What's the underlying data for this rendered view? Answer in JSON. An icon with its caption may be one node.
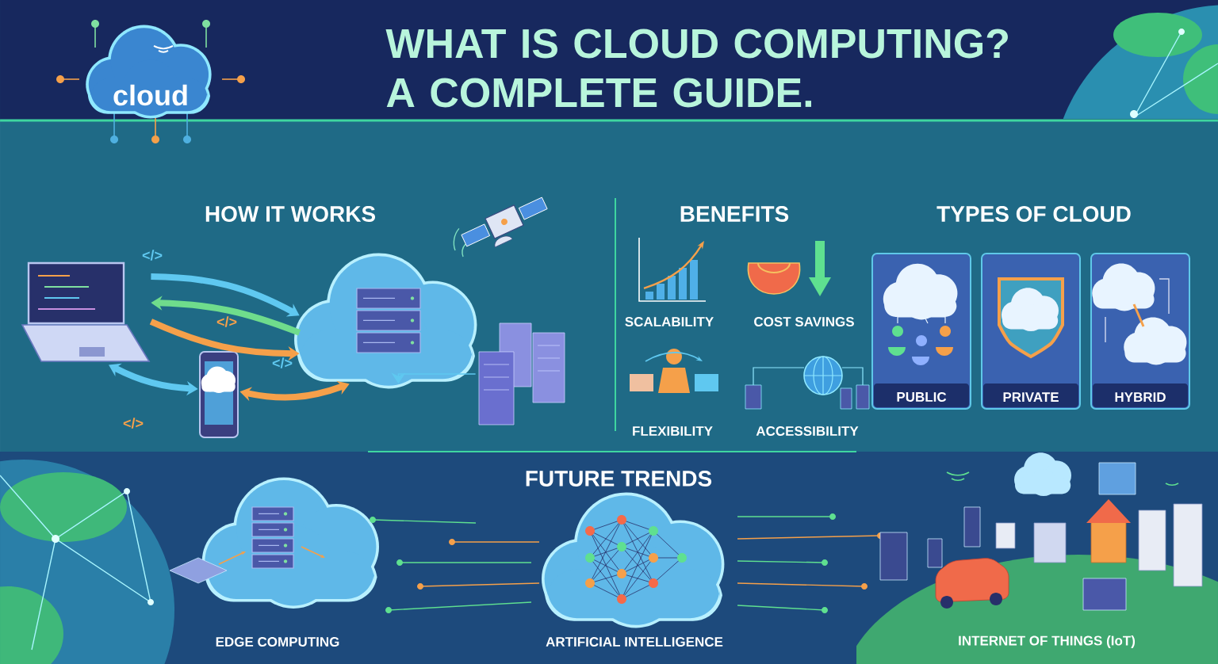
{
  "diagram": {
    "title": "WHAT IS CLOUD COMPUTING? A COMPLETE GUIDE.",
    "nodes": [
      {
        "text": [],
        "shape": "picture"
      },
      {
        "text": [],
        "shape": "picture"
      },
      {
        "text": [],
        "shape": "picture"
      },
      {
        "text": [],
        "shape": "picture"
      },
      {
        "text": [
          "PUBLIC"
        ]
      },
      {
        "text": [
          "PRIVATE"
        ]
      },
      {
        "text": [
          "HYBRID"
        ]
      }
    ],
    "edges": [
      {
        "from": 0,
        "to": 1,
        "arrow": "to"
      },
      {
        "from": 1,
        "to": 0,
        "arrow": "to",
        "color": "#6fdc8c"
      },
      {
        "from": 0,
        "to": 1,
        "arrow": "to",
        "color": "#f5a04a"
      },
      {
        "from": 0,
        "to": 2,
        "arrow": "both"
      },
      {
        "from": 2,
        "to": 1,
        "arrow": "both",
        "color": "#f5a04a"
      },
      {
        "from": 3,
        "to": 1,
        "arrow": "to"
      }
    ],
    "labels": [
      "cloud",
      "HOW IT WORKS",
      "</>",
      "</>",
      "</>",
      "</>",
      "BENEFITS",
      "SCALABILITY",
      "COST SAVINGS",
      "FLEXIBILITY",
      "ACCESSIBILITY",
      "TYPES OF CLOUD",
      "FUTURE TRENDS",
      "EDGE COMPUTING",
      "ARTIFICIAL INTELLIGENCE",
      "INTERNET OF THINGS (IoT)"
    ]
  }
}
